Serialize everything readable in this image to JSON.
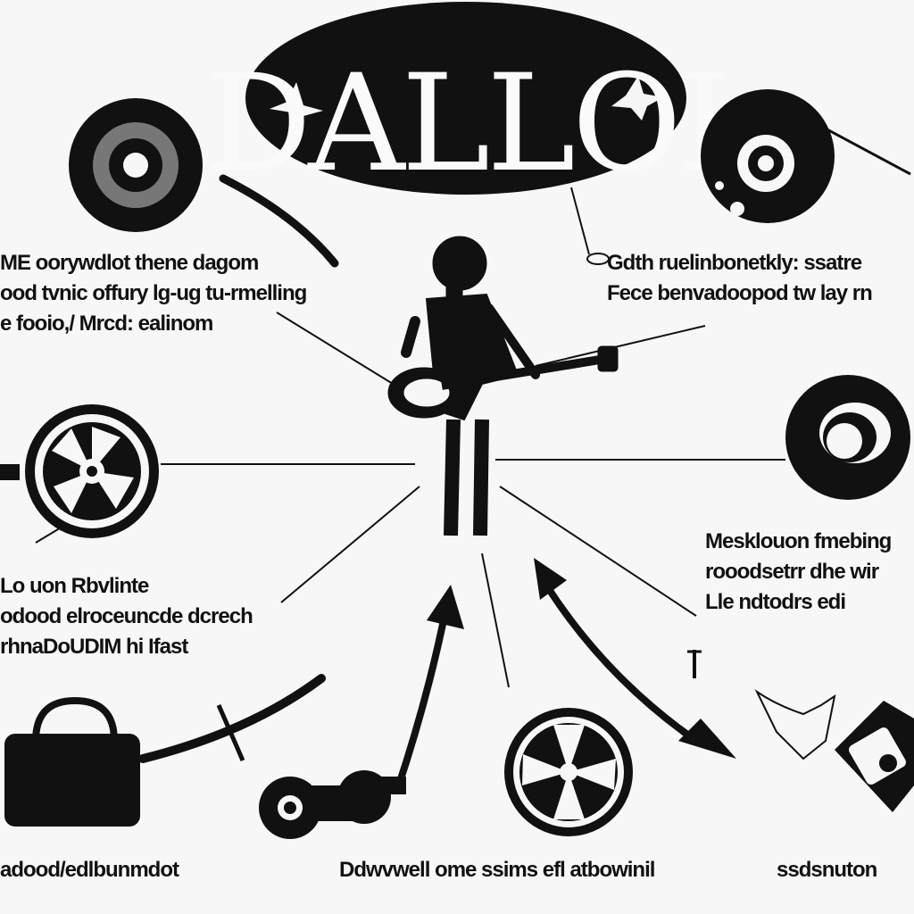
{
  "title": {
    "text": "DALLOI"
  },
  "captions": {
    "top_left": [
      "ME oorywdlot thene dagom",
      "ood tvnic offury lg-ug tu-rmelling",
      "e fooio,/ Mrcd: ealinom"
    ],
    "top_right": [
      "Gdth ruelinbonetkly: ssatre",
      "Fece benvadoopod tw lay rn"
    ],
    "mid_left": [
      "Lo uon Rbvlinte",
      "odood elroceuncde dcrech",
      "rhnaDoUDIM hi Ifast"
    ],
    "mid_right": [
      "Mesklouon fmebing",
      "rooodsetrr dhe wir",
      "Lle ndtodrs edi"
    ],
    "bottom_left": [
      "adood/edlbunmdot"
    ],
    "bottom_center": [
      "Ddwvwell ome ssims efl atbowinil"
    ],
    "bottom_right": [
      "ssdsnuton"
    ]
  },
  "colors": {
    "ink": "#111111",
    "paper": "#f7f7f7",
    "gray": "#777777"
  },
  "icons": [
    "star-icon",
    "vinyl-record-icon",
    "cassette-reel-icon",
    "guitarist-figure",
    "film-reel-icon",
    "amplifier-speaker-icon",
    "bag-icon",
    "scooter-wheels-icon",
    "wheel-icon",
    "radio-device-icon"
  ]
}
